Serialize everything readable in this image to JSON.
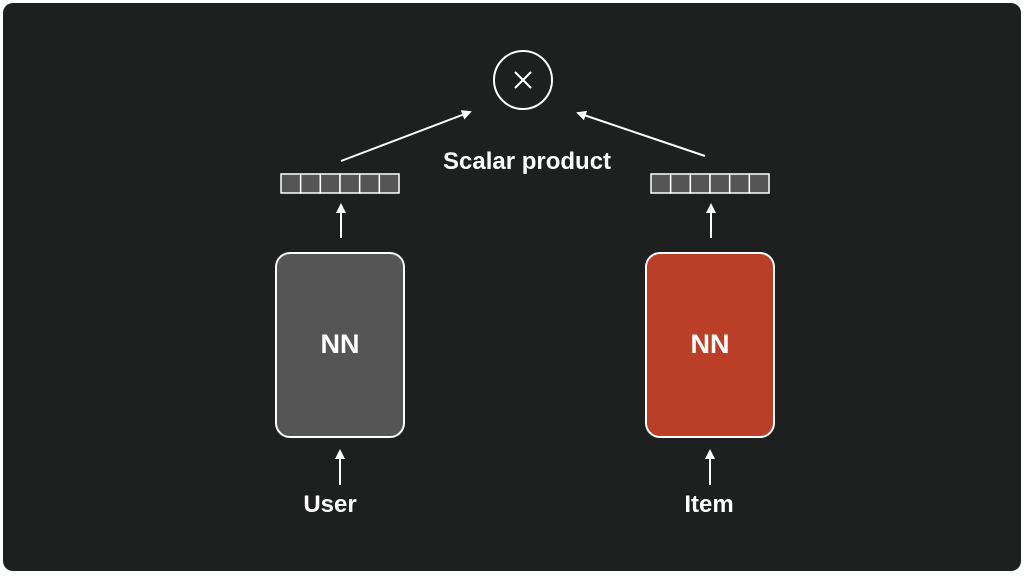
{
  "diagram": {
    "title": "Scalar product",
    "operator_symbol": "×",
    "left_tower": {
      "network_label": "NN",
      "input_label": "User",
      "fill": "#555555",
      "embedding_cells": 6
    },
    "right_tower": {
      "network_label": "NN",
      "input_label": "Item",
      "fill": "#bb3f26",
      "embedding_cells": 6
    },
    "colors": {
      "background": "#1e1f1f",
      "stroke": "#ffffff",
      "cell_fill": "#555555"
    }
  }
}
